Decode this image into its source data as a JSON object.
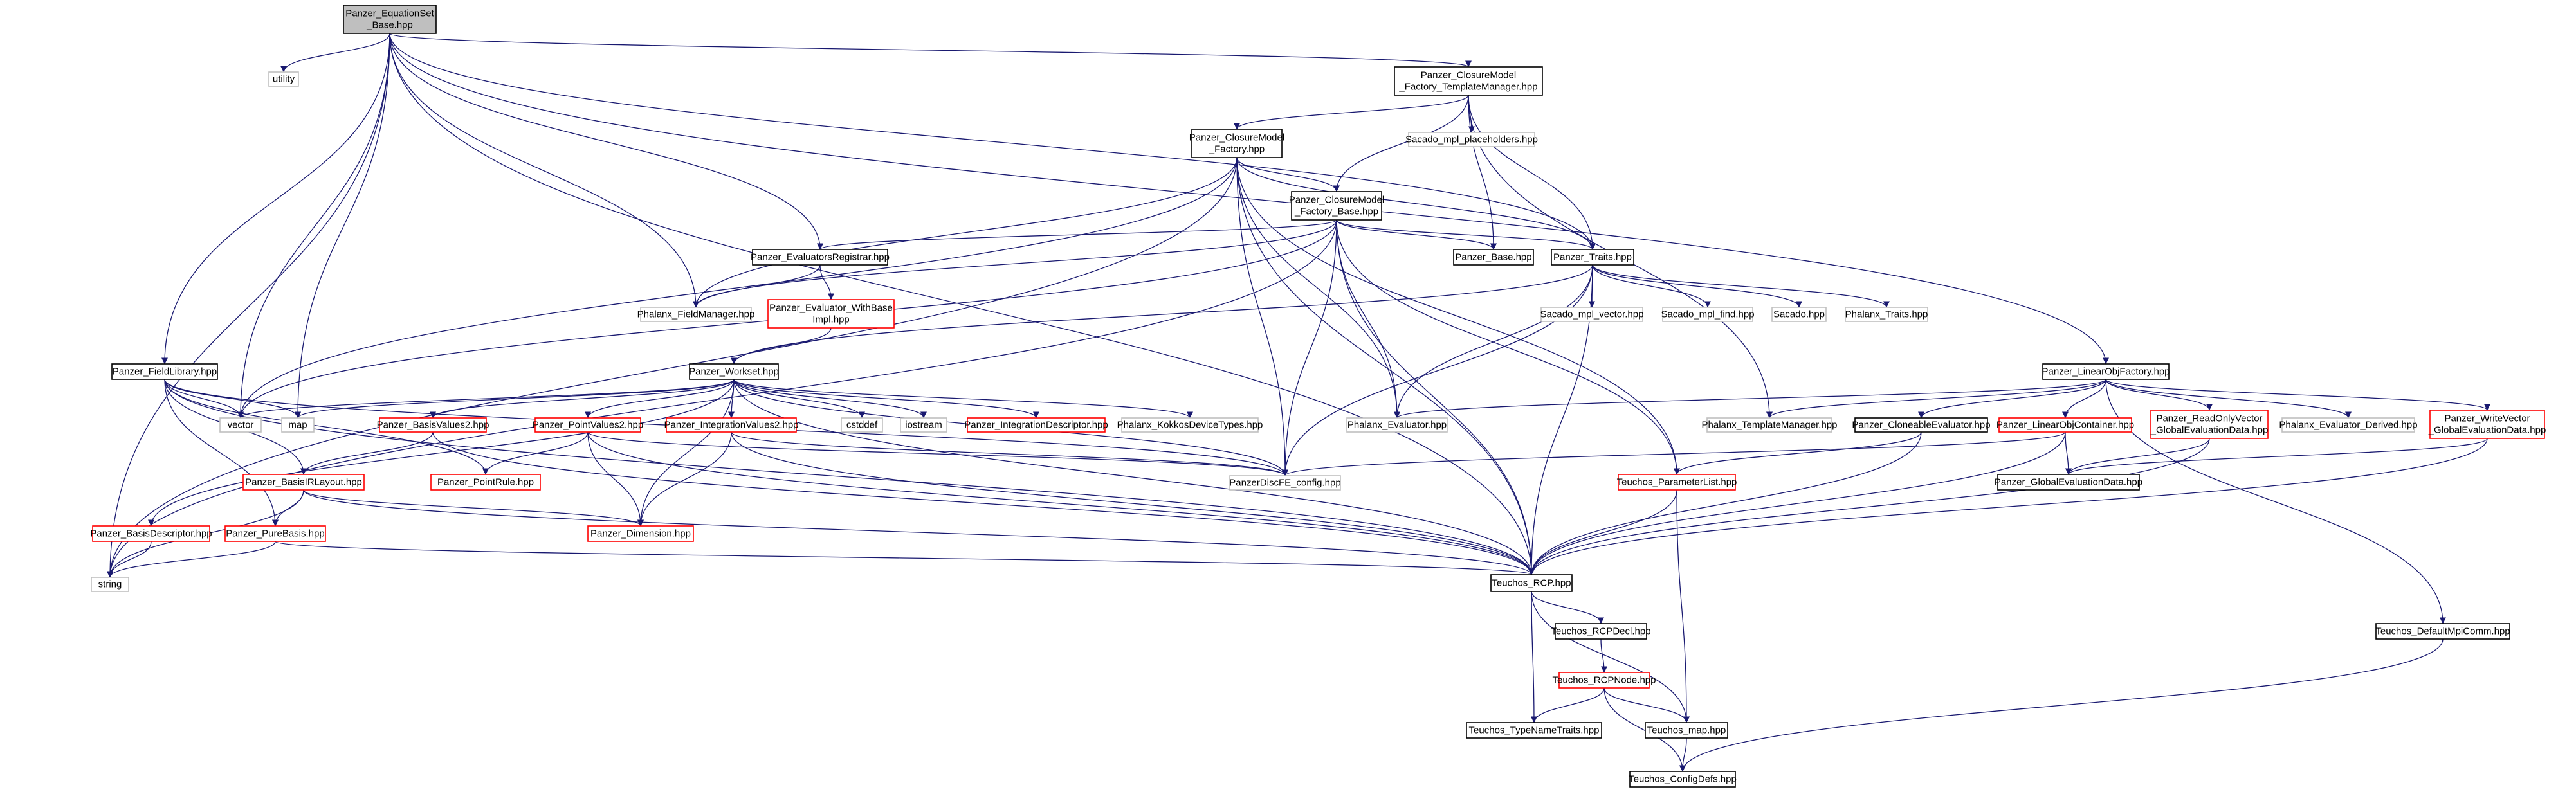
{
  "colors": {
    "edge": "#191970",
    "border_documented": "#000000",
    "border_undocumented": "#bfbfbf",
    "border_incomplete": "#ff0000",
    "root_fill": "#bfbfbf",
    "node_fill": "#ffffff"
  },
  "nodes": [
    {
      "id": "root",
      "lines": [
        "Panzer_EquationSet",
        "_Base.hpp"
      ],
      "style": "root"
    },
    {
      "id": "utility",
      "lines": [
        "utility"
      ],
      "style": "gray"
    },
    {
      "id": "cmtm",
      "lines": [
        "Panzer_ClosureModel",
        "_Factory_TemplateManager.hpp"
      ],
      "style": "black"
    },
    {
      "id": "sacado_ph",
      "lines": [
        "Sacado_mpl_placeholders.hpp"
      ],
      "style": "gray"
    },
    {
      "id": "cmf",
      "lines": [
        "Panzer_ClosureModel",
        "_Factory.hpp"
      ],
      "style": "black"
    },
    {
      "id": "cmfb",
      "lines": [
        "Panzer_ClosureModel",
        "_Factory_Base.hpp"
      ],
      "style": "black"
    },
    {
      "id": "evreg",
      "lines": [
        "Panzer_EvaluatorsRegistrar.hpp"
      ],
      "style": "black"
    },
    {
      "id": "pbase",
      "lines": [
        "Panzer_Base.hpp"
      ],
      "style": "black"
    },
    {
      "id": "ptraits",
      "lines": [
        "Panzer_Traits.hpp"
      ],
      "style": "black"
    },
    {
      "id": "fieldmgr",
      "lines": [
        "Phalanx_FieldManager.hpp"
      ],
      "style": "gray"
    },
    {
      "id": "evwb",
      "lines": [
        "Panzer_Evaluator_WithBase",
        "Impl.hpp"
      ],
      "style": "red"
    },
    {
      "id": "mplvec",
      "lines": [
        "Sacado_mpl_vector.hpp"
      ],
      "style": "gray"
    },
    {
      "id": "mplfind",
      "lines": [
        "Sacado_mpl_find.hpp"
      ],
      "style": "gray"
    },
    {
      "id": "sacado",
      "lines": [
        "Sacado.hpp"
      ],
      "style": "gray"
    },
    {
      "id": "phtraits",
      "lines": [
        "Phalanx_Traits.hpp"
      ],
      "style": "gray"
    },
    {
      "id": "fieldlib",
      "lines": [
        "Panzer_FieldLibrary.hpp"
      ],
      "style": "black"
    },
    {
      "id": "workset",
      "lines": [
        "Panzer_Workset.hpp"
      ],
      "style": "black"
    },
    {
      "id": "linobj",
      "lines": [
        "Panzer_LinearObjFactory.hpp"
      ],
      "style": "black"
    },
    {
      "id": "vector",
      "lines": [
        "vector"
      ],
      "style": "gray"
    },
    {
      "id": "map",
      "lines": [
        "map"
      ],
      "style": "gray"
    },
    {
      "id": "bv2",
      "lines": [
        "Panzer_BasisValues2.hpp"
      ],
      "style": "red"
    },
    {
      "id": "pv2",
      "lines": [
        "Panzer_PointValues2.hpp"
      ],
      "style": "red"
    },
    {
      "id": "iv2",
      "lines": [
        "Panzer_IntegrationValues2.hpp"
      ],
      "style": "red"
    },
    {
      "id": "cstddef",
      "lines": [
        "cstddef"
      ],
      "style": "gray"
    },
    {
      "id": "iostream",
      "lines": [
        "iostream"
      ],
      "style": "gray"
    },
    {
      "id": "intdesc",
      "lines": [
        "Panzer_IntegrationDescriptor.hpp"
      ],
      "style": "red"
    },
    {
      "id": "kokkos",
      "lines": [
        "Phalanx_KokkosDeviceTypes.hpp"
      ],
      "style": "gray"
    },
    {
      "id": "phev",
      "lines": [
        "Phalanx_Evaluator.hpp"
      ],
      "style": "gray"
    },
    {
      "id": "phtm",
      "lines": [
        "Phalanx_TemplateManager.hpp"
      ],
      "style": "gray"
    },
    {
      "id": "cloneev",
      "lines": [
        "Panzer_CloneableEvaluator.hpp"
      ],
      "style": "black"
    },
    {
      "id": "locont",
      "lines": [
        "Panzer_LinearObjContainer.hpp"
      ],
      "style": "red"
    },
    {
      "id": "rovec",
      "lines": [
        "Panzer_ReadOnlyVector",
        "_GlobalEvaluationData.hpp"
      ],
      "style": "red"
    },
    {
      "id": "phevd",
      "lines": [
        "Phalanx_Evaluator_Derived.hpp"
      ],
      "style": "gray"
    },
    {
      "id": "wovec",
      "lines": [
        "Panzer_WriteVector",
        "_GlobalEvaluationData.hpp"
      ],
      "style": "red"
    },
    {
      "id": "birl",
      "lines": [
        "Panzer_BasisIRLayout.hpp"
      ],
      "style": "red"
    },
    {
      "id": "pointrule",
      "lines": [
        "Panzer_PointRule.hpp"
      ],
      "style": "red"
    },
    {
      "id": "dfecfg",
      "lines": [
        "PanzerDiscFE_config.hpp"
      ],
      "style": "gray"
    },
    {
      "id": "paramlist",
      "lines": [
        "Teuchos_ParameterList.hpp"
      ],
      "style": "red"
    },
    {
      "id": "ged",
      "lines": [
        "Panzer_GlobalEvaluationData.hpp"
      ],
      "style": "black"
    },
    {
      "id": "basisdesc",
      "lines": [
        "Panzer_BasisDescriptor.hpp"
      ],
      "style": "red"
    },
    {
      "id": "purebasis",
      "lines": [
        "Panzer_PureBasis.hpp"
      ],
      "style": "red"
    },
    {
      "id": "dim",
      "lines": [
        "Panzer_Dimension.hpp"
      ],
      "style": "red"
    },
    {
      "id": "string",
      "lines": [
        "string"
      ],
      "style": "gray"
    },
    {
      "id": "rcp",
      "lines": [
        "Teuchos_RCP.hpp"
      ],
      "style": "black"
    },
    {
      "id": "rcpdecl",
      "lines": [
        "Teuchos_RCPDecl.hpp"
      ],
      "style": "black"
    },
    {
      "id": "defmpi",
      "lines": [
        "Teuchos_DefaultMpiComm.hpp"
      ],
      "style": "black"
    },
    {
      "id": "rcpnode",
      "lines": [
        "Teuchos_RCPNode.hpp"
      ],
      "style": "red"
    },
    {
      "id": "typename",
      "lines": [
        "Teuchos_TypeNameTraits.hpp"
      ],
      "style": "black"
    },
    {
      "id": "tmap",
      "lines": [
        "Teuchos_map.hpp"
      ],
      "style": "black"
    },
    {
      "id": "cfgdefs",
      "lines": [
        "Teuchos_ConfigDefs.hpp"
      ],
      "style": "black"
    }
  ],
  "edges": [
    [
      "root",
      "utility"
    ],
    [
      "root",
      "vector"
    ],
    [
      "root",
      "map"
    ],
    [
      "root",
      "string"
    ],
    [
      "root",
      "fieldlib"
    ],
    [
      "root",
      "fieldmgr"
    ],
    [
      "root",
      "evreg"
    ],
    [
      "root",
      "cmtm"
    ],
    [
      "root",
      "ptraits"
    ],
    [
      "root",
      "rcp"
    ],
    [
      "root",
      "linobj"
    ],
    [
      "cmtm",
      "cmf"
    ],
    [
      "cmtm",
      "cmfb"
    ],
    [
      "cmtm",
      "sacado_ph"
    ],
    [
      "cmtm",
      "pbase"
    ],
    [
      "cmtm",
      "ptraits"
    ],
    [
      "cmtm",
      "phtm"
    ],
    [
      "cmf",
      "cmfb"
    ],
    [
      "cmf",
      "ptraits"
    ],
    [
      "cmf",
      "fieldmgr"
    ],
    [
      "cmf",
      "vector"
    ],
    [
      "cmf",
      "string"
    ],
    [
      "cmf",
      "rcp"
    ],
    [
      "cmf",
      "phev"
    ],
    [
      "cmf",
      "dfecfg"
    ],
    [
      "cmf",
      "paramlist"
    ],
    [
      "cmfb",
      "evreg"
    ],
    [
      "cmfb",
      "pbase"
    ],
    [
      "cmfb",
      "ptraits"
    ],
    [
      "cmfb",
      "fieldmgr"
    ],
    [
      "cmfb",
      "string"
    ],
    [
      "cmfb",
      "vector"
    ],
    [
      "cmfb",
      "phev"
    ],
    [
      "cmfb",
      "dfecfg"
    ],
    [
      "cmfb",
      "rcp"
    ],
    [
      "cmfb",
      "paramlist"
    ],
    [
      "evreg",
      "fieldmgr"
    ],
    [
      "evreg",
      "evwb"
    ],
    [
      "evwb",
      "workset"
    ],
    [
      "ptraits",
      "mplvec"
    ],
    [
      "ptraits",
      "mplfind"
    ],
    [
      "ptraits",
      "sacado"
    ],
    [
      "ptraits",
      "phtraits"
    ],
    [
      "ptraits",
      "workset"
    ],
    [
      "ptraits",
      "dfecfg"
    ],
    [
      "ptraits",
      "rcp"
    ],
    [
      "ptraits",
      "phev"
    ],
    [
      "fieldlib",
      "vector"
    ],
    [
      "fieldlib",
      "map"
    ],
    [
      "fieldlib",
      "birl"
    ],
    [
      "fieldlib",
      "purebasis"
    ],
    [
      "fieldlib",
      "pointrule"
    ],
    [
      "fieldlib",
      "rcp"
    ],
    [
      "fieldlib",
      "dfecfg"
    ],
    [
      "workset",
      "vector"
    ],
    [
      "workset",
      "map"
    ],
    [
      "workset",
      "bv2"
    ],
    [
      "workset",
      "pv2"
    ],
    [
      "workset",
      "iv2"
    ],
    [
      "workset",
      "cstddef"
    ],
    [
      "workset",
      "iostream"
    ],
    [
      "workset",
      "intdesc"
    ],
    [
      "workset",
      "kokkos"
    ],
    [
      "workset",
      "dim"
    ],
    [
      "workset",
      "basisdesc"
    ],
    [
      "workset",
      "dfecfg"
    ],
    [
      "workset",
      "rcp"
    ],
    [
      "bv2",
      "birl"
    ],
    [
      "bv2",
      "rcp"
    ],
    [
      "pv2",
      "pointrule"
    ],
    [
      "pv2",
      "dim"
    ],
    [
      "pv2",
      "rcp"
    ],
    [
      "pv2",
      "dfecfg"
    ],
    [
      "iv2",
      "dim"
    ],
    [
      "iv2",
      "rcp"
    ],
    [
      "iv2",
      "dfecfg"
    ],
    [
      "birl",
      "purebasis"
    ],
    [
      "birl",
      "dim"
    ],
    [
      "birl",
      "string"
    ],
    [
      "birl",
      "rcp"
    ],
    [
      "purebasis",
      "string"
    ],
    [
      "purebasis",
      "rcp"
    ],
    [
      "basisdesc",
      "string"
    ],
    [
      "linobj",
      "phev"
    ],
    [
      "linobj",
      "phtm"
    ],
    [
      "linobj",
      "cloneev"
    ],
    [
      "linobj",
      "locont"
    ],
    [
      "linobj",
      "rovec"
    ],
    [
      "linobj",
      "phevd"
    ],
    [
      "linobj",
      "wovec"
    ],
    [
      "linobj",
      "defmpi"
    ],
    [
      "cloneev",
      "paramlist"
    ],
    [
      "cloneev",
      "rcp"
    ],
    [
      "locont",
      "ged"
    ],
    [
      "locont",
      "dfecfg"
    ],
    [
      "locont",
      "rcp"
    ],
    [
      "rovec",
      "ged"
    ],
    [
      "rovec",
      "rcp"
    ],
    [
      "wovec",
      "ged"
    ],
    [
      "wovec",
      "rcp"
    ],
    [
      "paramlist",
      "rcp"
    ],
    [
      "paramlist",
      "tmap"
    ],
    [
      "rcp",
      "rcpdecl"
    ],
    [
      "rcp",
      "typename"
    ],
    [
      "rcp",
      "tmap"
    ],
    [
      "rcpdecl",
      "rcpnode"
    ],
    [
      "rcpnode",
      "typename"
    ],
    [
      "rcpnode",
      "tmap"
    ],
    [
      "rcpnode",
      "cfgdefs"
    ],
    [
      "tmap",
      "cfgdefs"
    ],
    [
      "defmpi",
      "cfgdefs"
    ]
  ]
}
